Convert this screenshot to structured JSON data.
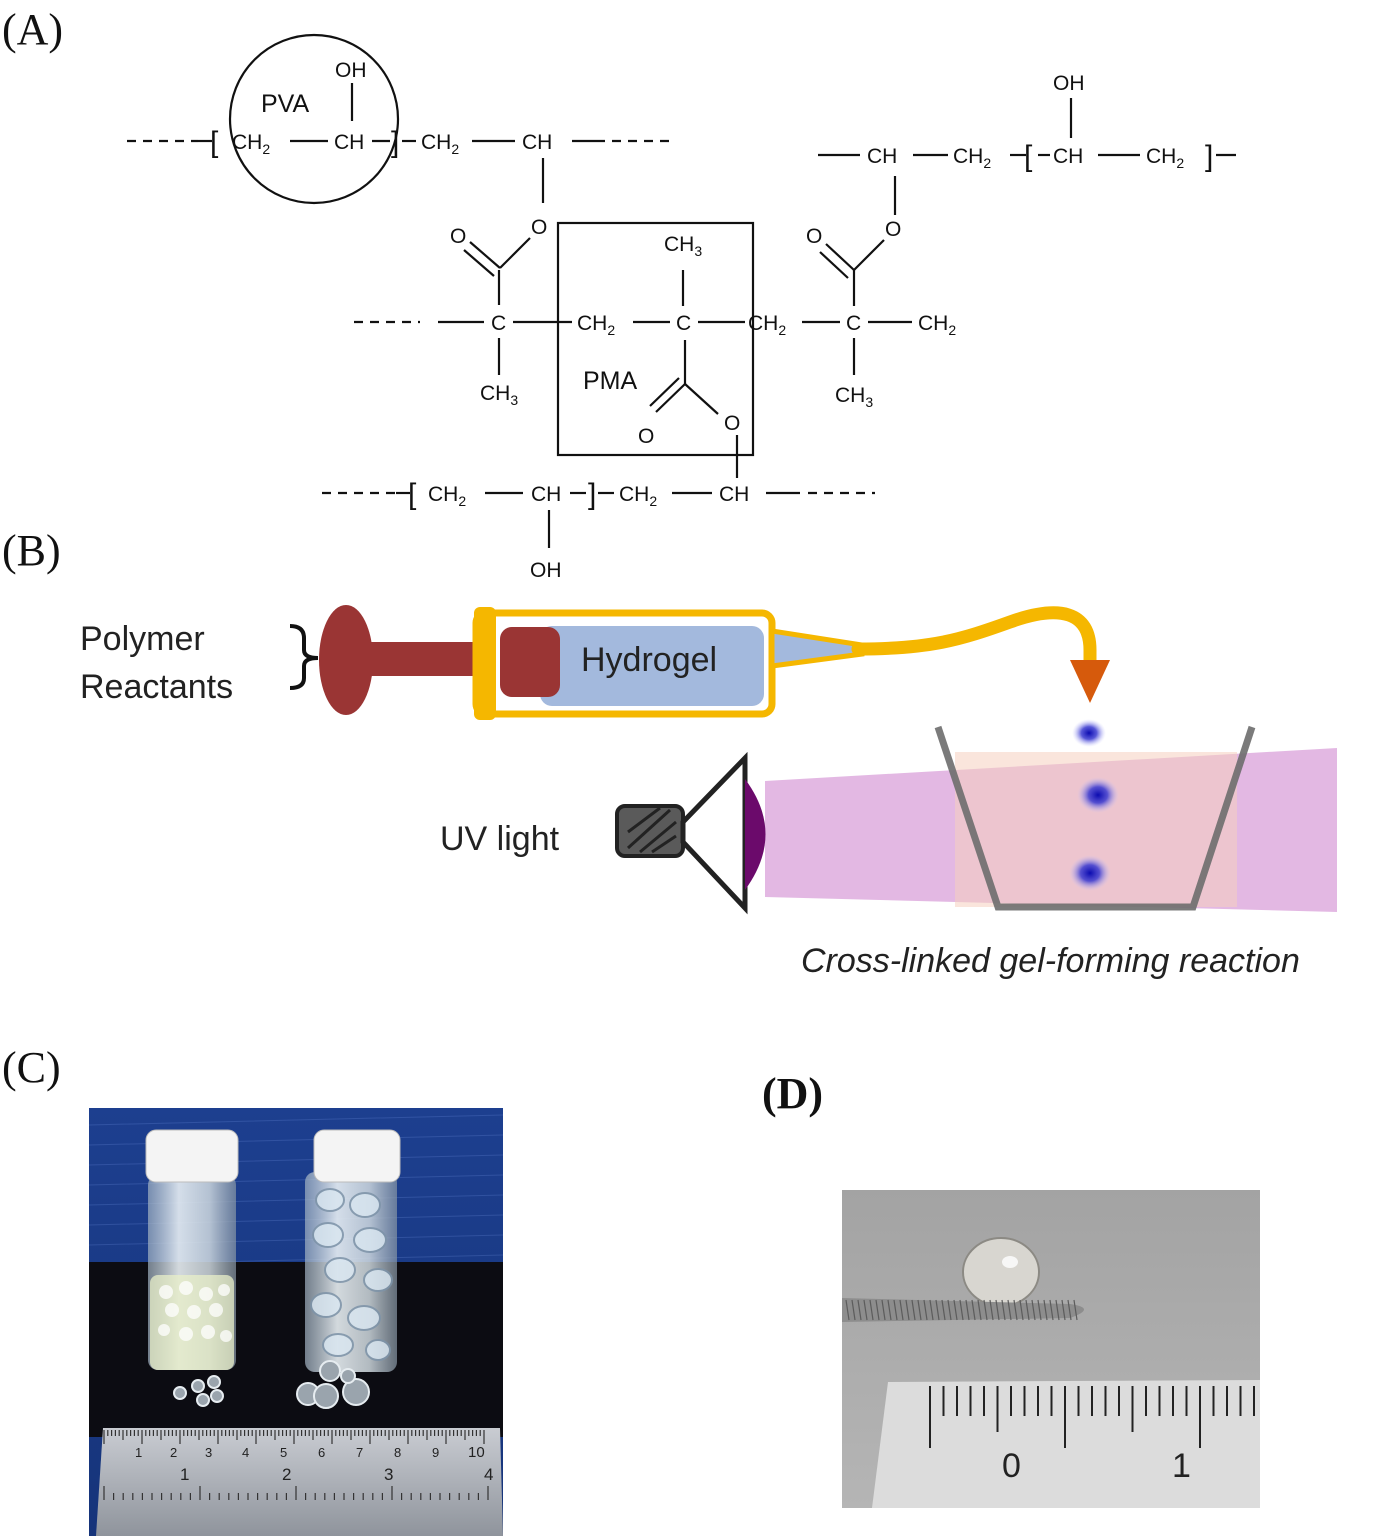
{
  "panels": {
    "a": "(A)",
    "b": "(B)",
    "c": "(C)",
    "d": "(D)"
  },
  "chem": {
    "pva": "PVA",
    "pma": "PMA",
    "ch2": "CH",
    "ch": "CH",
    "ch3": "CH",
    "c": "C",
    "o": "O",
    "oh": "OH",
    "sub2": "2",
    "sub3": "3",
    "bracket_open": "[",
    "bracket_close": "]"
  },
  "schematic": {
    "polymer_line1": "Polymer",
    "polymer_line2": "Reactants",
    "hydrogel": "Hydrogel",
    "uv_light": "UV light",
    "reaction_caption": "Cross-linked gel-forming reaction"
  },
  "photo_c": {
    "ruler_top": [
      "1",
      "2",
      "3",
      "4",
      "5",
      "6",
      "7",
      "8",
      "9",
      "10"
    ],
    "ruler_bottom": [
      "1",
      "2",
      "3",
      "4"
    ]
  },
  "photo_d": {
    "ruler": [
      "0",
      "1"
    ]
  },
  "colors": {
    "plunger": "#9a3534",
    "barrel": "#f5b700",
    "hydrogel_fill": "#a3b9dd",
    "uv_lamp": "#6b0a6b",
    "uv_beam": "#d9a0d9",
    "drop": "#1a1aa8",
    "arrow": "#d65a0c"
  }
}
